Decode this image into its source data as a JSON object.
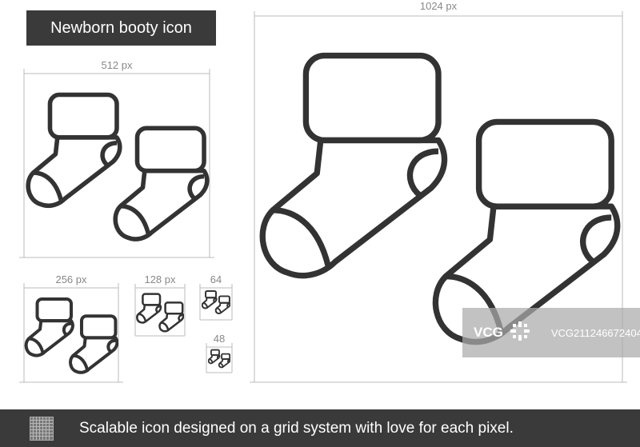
{
  "title": "Newborn booty icon",
  "sizes": {
    "s1024": "1024 px",
    "s512": "512 px",
    "s256": "256 px",
    "s128": "128 px",
    "s64": "64",
    "s48": "48"
  },
  "watermark": {
    "logo": "VCG",
    "id": "VCG211246672404"
  },
  "footer": {
    "text": "Scalable icon designed on a grid system with love for each pixel.",
    "icon": "grid-icon"
  },
  "colors": {
    "stroke": "#333333",
    "guide": "#bbbbbb",
    "dark_bar": "#3a3a3a",
    "background": "#ffffff"
  },
  "icon_name": "newborn-booties-icon"
}
